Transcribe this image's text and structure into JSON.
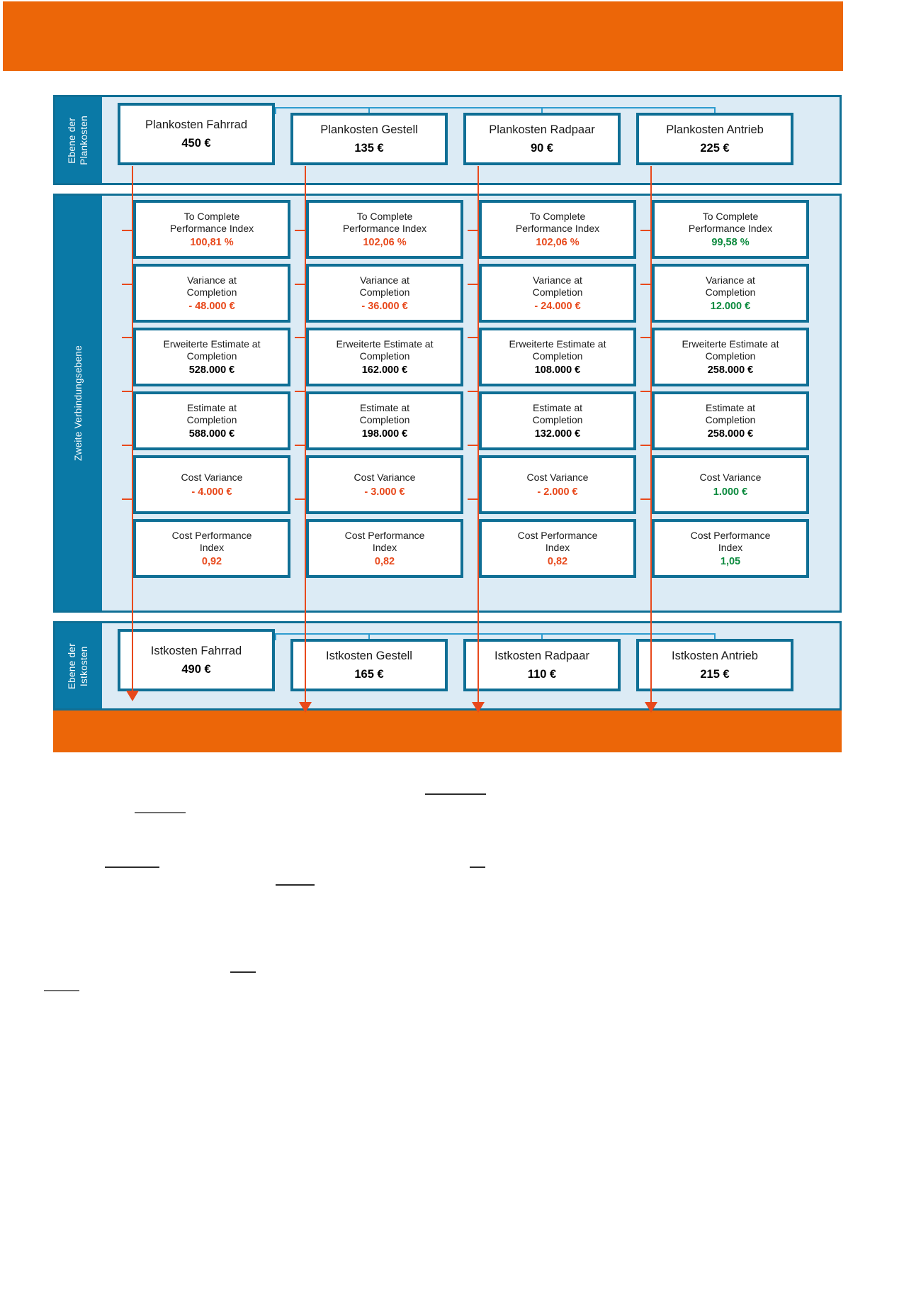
{
  "page": {
    "accent_orange": "#ec6608",
    "accent_blue": "#0a79a6",
    "border_blue": "#0f6f95",
    "band_fill": "#dcebf5",
    "value_negative_color": "#e8491c",
    "value_positive_color": "#0c8a3e"
  },
  "bands": {
    "plan": {
      "label": "Ebene der\nPlankosten"
    },
    "middle": {
      "label": "Zweite Verbindungsebene"
    },
    "ist": {
      "label": "Ebene der\nIstkosten"
    }
  },
  "plan_row": [
    {
      "title": "Plankosten Fahrrad",
      "value": "450 €"
    },
    {
      "title": "Plankosten Gestell",
      "value": "135 €"
    },
    {
      "title": "Plankosten Radpaar",
      "value": "90 €"
    },
    {
      "title": "Plankosten Antrieb",
      "value": "225 €"
    }
  ],
  "ist_row": [
    {
      "title": "Istkosten Fahrrad",
      "value": "490 €"
    },
    {
      "title": "Istkosten Gestell",
      "value": "165 €"
    },
    {
      "title": "Istkosten Radpaar",
      "value": "110 €"
    },
    {
      "title": "Istkosten Antrieb",
      "value": "215 €"
    }
  ],
  "metric_labels": [
    "To Complete\nPerformance Index",
    "Variance at\nCompletion",
    "Erweiterte Estimate at\nCompletion",
    "Estimate at\nCompletion",
    "Cost Variance",
    "Cost Performance\nIndex"
  ],
  "metrics": {
    "fahrrad": [
      {
        "label": "To Complete Performance Index",
        "value": "100,81 %",
        "tone": "red"
      },
      {
        "label": "Variance at Completion",
        "value": "- 48.000 €",
        "tone": "red"
      },
      {
        "label": "Erweiterte Estimate at Completion",
        "value": "528.000 €",
        "tone": "dark"
      },
      {
        "label": "Estimate at Completion",
        "value": "588.000 €",
        "tone": "dark"
      },
      {
        "label": "Cost Variance",
        "value": "- 4.000 €",
        "tone": "red"
      },
      {
        "label": "Cost Performance Index",
        "value": "0,92",
        "tone": "red"
      }
    ],
    "gestell": [
      {
        "label": "To Complete Performance Index",
        "value": "102,06 %",
        "tone": "red"
      },
      {
        "label": "Variance at Completion",
        "value": "- 36.000 €",
        "tone": "red"
      },
      {
        "label": "Erweiterte Estimate at Completion",
        "value": "162.000 €",
        "tone": "dark"
      },
      {
        "label": "Estimate at Completion",
        "value": "198.000 €",
        "tone": "dark"
      },
      {
        "label": "Cost Variance",
        "value": "- 3.000 €",
        "tone": "red"
      },
      {
        "label": "Cost Performance Index",
        "value": "0,82",
        "tone": "red"
      }
    ],
    "radpaar": [
      {
        "label": "To Complete Performance Index",
        "value": "102,06 %",
        "tone": "red"
      },
      {
        "label": "Variance at Completion",
        "value": "- 24.000 €",
        "tone": "red"
      },
      {
        "label": "Erweiterte Estimate at Completion",
        "value": "108.000 €",
        "tone": "dark"
      },
      {
        "label": "Estimate at Completion",
        "value": "132.000 €",
        "tone": "dark"
      },
      {
        "label": "Cost Variance",
        "value": "- 2.000 €",
        "tone": "red"
      },
      {
        "label": "Cost Performance Index",
        "value": "0,82",
        "tone": "red"
      }
    ],
    "antrieb": [
      {
        "label": "To Complete Performance Index",
        "value": "99,58 %",
        "tone": "green"
      },
      {
        "label": "Variance at Completion",
        "value": "12.000 €",
        "tone": "green"
      },
      {
        "label": "Erweiterte Estimate at Completion",
        "value": "258.000 €",
        "tone": "dark"
      },
      {
        "label": "Estimate at Completion",
        "value": "258.000 €",
        "tone": "dark"
      },
      {
        "label": "Cost Variance",
        "value": "1.000 €",
        "tone": "green"
      },
      {
        "label": "Cost Performance Index",
        "value": "1,05",
        "tone": "green"
      }
    ]
  }
}
